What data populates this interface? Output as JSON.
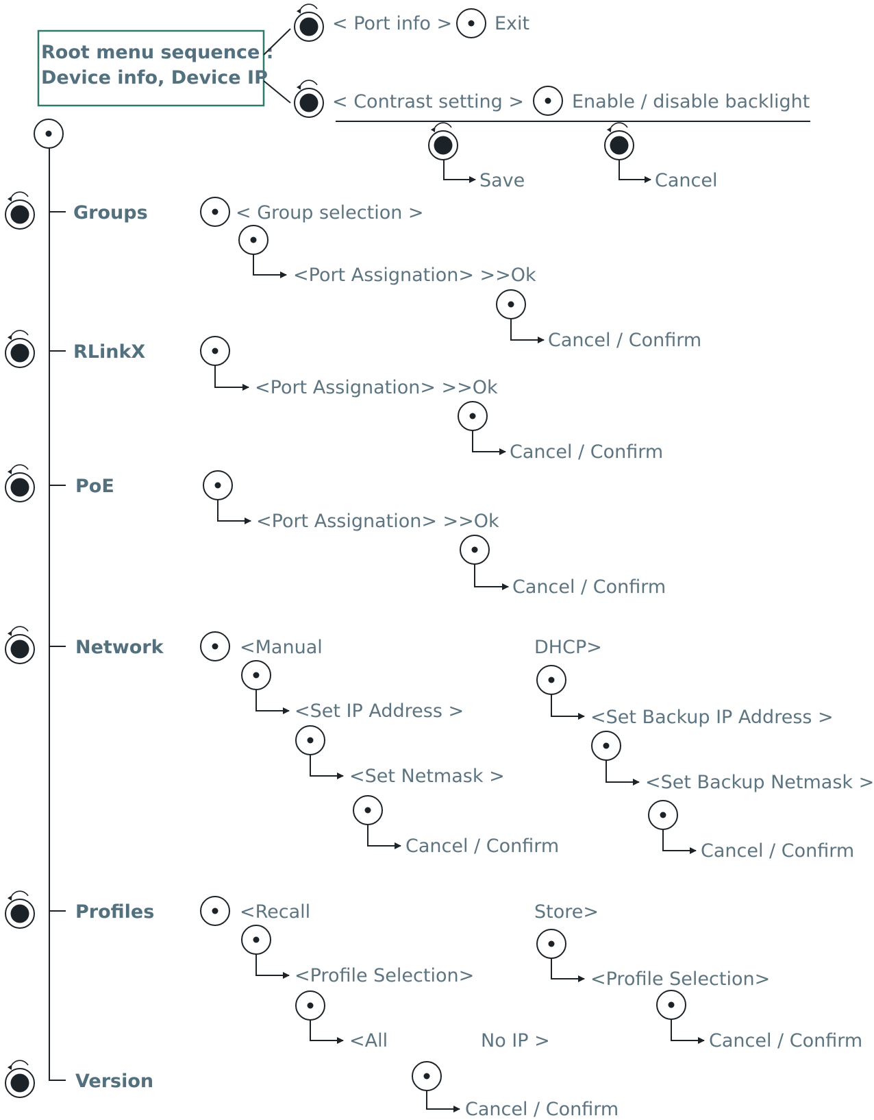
{
  "root_box": {
    "line1": "Root menu sequence :",
    "line2": "Device info, Device IP"
  },
  "top": {
    "port_info": "< Port info >",
    "exit": "Exit",
    "contrast": "< Contrast setting >",
    "backlight": "Enable / disable backlight",
    "save": "Save",
    "cancel": "Cancel"
  },
  "menu": {
    "groups": "Groups",
    "rlinkx": "RLinkX",
    "poe": "PoE",
    "network": "Network",
    "profiles": "Profiles",
    "version": "Version"
  },
  "groups": {
    "selection": "< Group selection >",
    "assign": "<Port Assignation> >>Ok",
    "confirm": "Cancel / Confirm"
  },
  "rlinkx": {
    "assign": "<Port Assignation> >>Ok",
    "confirm": "Cancel / Confirm"
  },
  "poe": {
    "assign": "<Port Assignation> >>Ok",
    "confirm": "Cancel / Confirm"
  },
  "network": {
    "manual": "<Manual",
    "dhcp": "DHCP>",
    "set_ip": "<Set IP Address >",
    "set_netmask": "<Set Netmask >",
    "confirm_manual": "Cancel / Confirm",
    "set_backup_ip": "<Set Backup IP Address >",
    "set_backup_netmask": "<Set Backup Netmask >",
    "confirm_dhcp": "Cancel / Confirm"
  },
  "profiles": {
    "recall": "<Recall",
    "store": "Store>",
    "recall_selection": "<Profile Selection>",
    "all": "<All",
    "no_ip": "No IP >",
    "store_selection": "<Profile Selection>",
    "store_confirm": "Cancel / Confirm",
    "recall_confirm": "Cancel / Confirm"
  },
  "icons": {
    "press": "push-button-icon",
    "rotate": "rotary-knob-icon"
  },
  "colors": {
    "label": "#5d7481",
    "bold_label": "#53707f",
    "box_border": "#2f7a6a",
    "line": "#1b2328"
  }
}
